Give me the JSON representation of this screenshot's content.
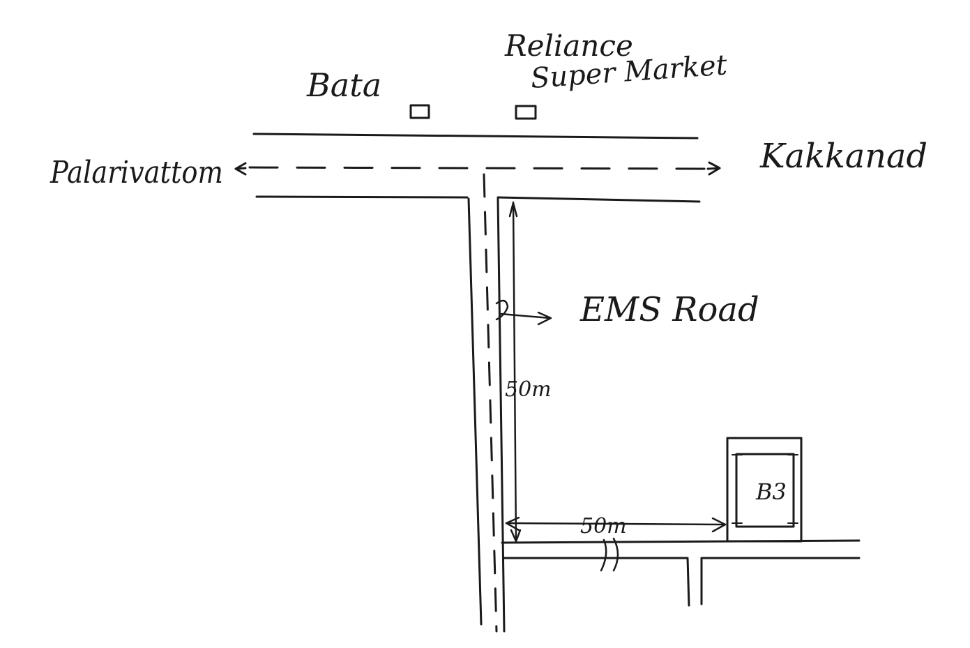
{
  "landmarks": {
    "bata": "Bata",
    "reliance_line1": "Reliance",
    "reliance_line2": "Super Market"
  },
  "destinations": {
    "west": "Palarivattom",
    "east": "Kakkanad"
  },
  "road_label": "EMS Road",
  "distances": {
    "vertical": "50m",
    "horizontal": "50m"
  },
  "house_label": "B3",
  "colors": {
    "ink": "#1a1a1a",
    "paper": "#ffffff"
  }
}
